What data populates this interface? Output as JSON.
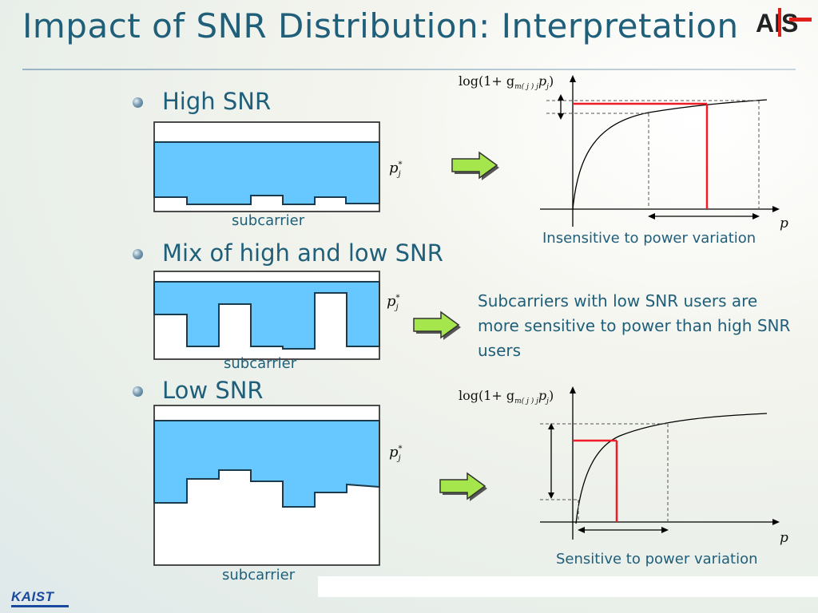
{
  "title": "Impact of SNR Distribution: Interpretation",
  "logo_top": "AIS",
  "logo_bottom": "KAIST",
  "sections": [
    {
      "bullet": "High SNR",
      "xlabel": "subcarrier",
      "level_label": "p"
    },
    {
      "bullet": "Mix of high and low SNR",
      "xlabel": "subcarrier",
      "level_label": "p"
    },
    {
      "bullet": "Low SNR",
      "xlabel": "subcarrier",
      "level_label": "p"
    }
  ],
  "level_superscript": "*",
  "level_subscript": "j",
  "graph_top": {
    "ylabel": "log(1+ g",
    "ylabel_sub": "m( j ) j",
    "ylabel_p": "p",
    "ylabel_psub": "j",
    "ylabel_close": ")",
    "xlabel": "p",
    "caption": "Insensitive to power variation"
  },
  "graph_bottom": {
    "ylabel": "log(1+ g",
    "ylabel_sub": "m( j ) j",
    "ylabel_p": "p",
    "ylabel_psub": "j",
    "ylabel_close": ")",
    "xlabel": "p",
    "caption": "Sensitive to power variation"
  },
  "middle_text": "Subcarriers with low SNR users are more sensitive to power than high SNR users",
  "colors": {
    "water": "#66c8ff",
    "title": "#1f5f7a",
    "arrow_fill": "#a6e64d",
    "red_line": "#ee1c24"
  },
  "icons": [
    "bullet-icon",
    "arrow-right-icon",
    "logo-ais",
    "logo-kaist"
  ]
}
